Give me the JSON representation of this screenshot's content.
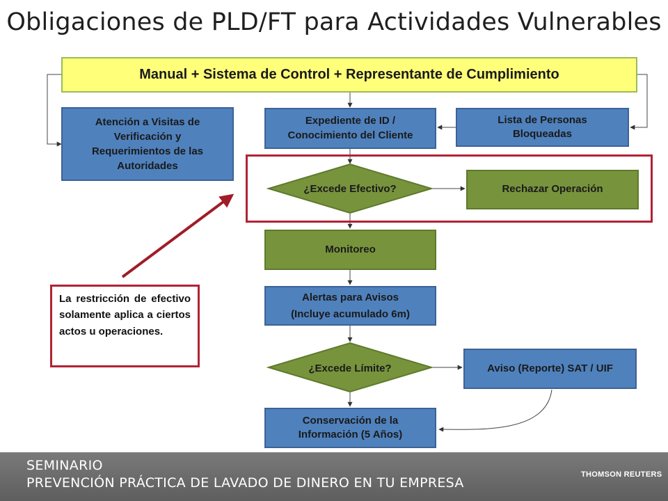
{
  "title": "Obligaciones de PLD/FT para Actividades Vulnerables",
  "top_banner": "Manual  + Sistema de Control + Representante de Cumplimiento",
  "boxes": {
    "atencion": [
      "Atención a Visitas de",
      "Verificación y",
      "Requerimientos de las",
      "Autoridades"
    ],
    "expediente": [
      "Expediente de ID /",
      "Conocimiento del Cliente"
    ],
    "lista": [
      "Lista de Personas",
      "Bloqueadas"
    ],
    "excede_efectivo": "¿Excede Efectivo?",
    "rechazar": "Rechazar Operación",
    "monitoreo": "Monitoreo",
    "alertas": [
      "Alertas para Avisos",
      "(Incluye acumulado 6m)"
    ],
    "excede_limite": "¿Excede Límite?",
    "aviso": "Aviso (Reporte) SAT / UIF",
    "conservacion": [
      "Conservación de la",
      "Información (5 Años)"
    ]
  },
  "note": "La restricción de efectivo solamente aplica a ciertos actos u operaciones.",
  "colors": {
    "blue": "#4f81bd",
    "green": "#77933c",
    "yellow": "#ffff7a",
    "red": "#b22234",
    "footer": "#6b6b6b"
  },
  "footer": {
    "line1": "SEMINARIO",
    "line2": "PREVENCIÓN PRÁCTICA DE LAVADO DE DINERO EN TU EMPRESA",
    "logo": "THOMSON REUTERS",
    "logo_icon": "thomson-reuters-dot-globe"
  }
}
